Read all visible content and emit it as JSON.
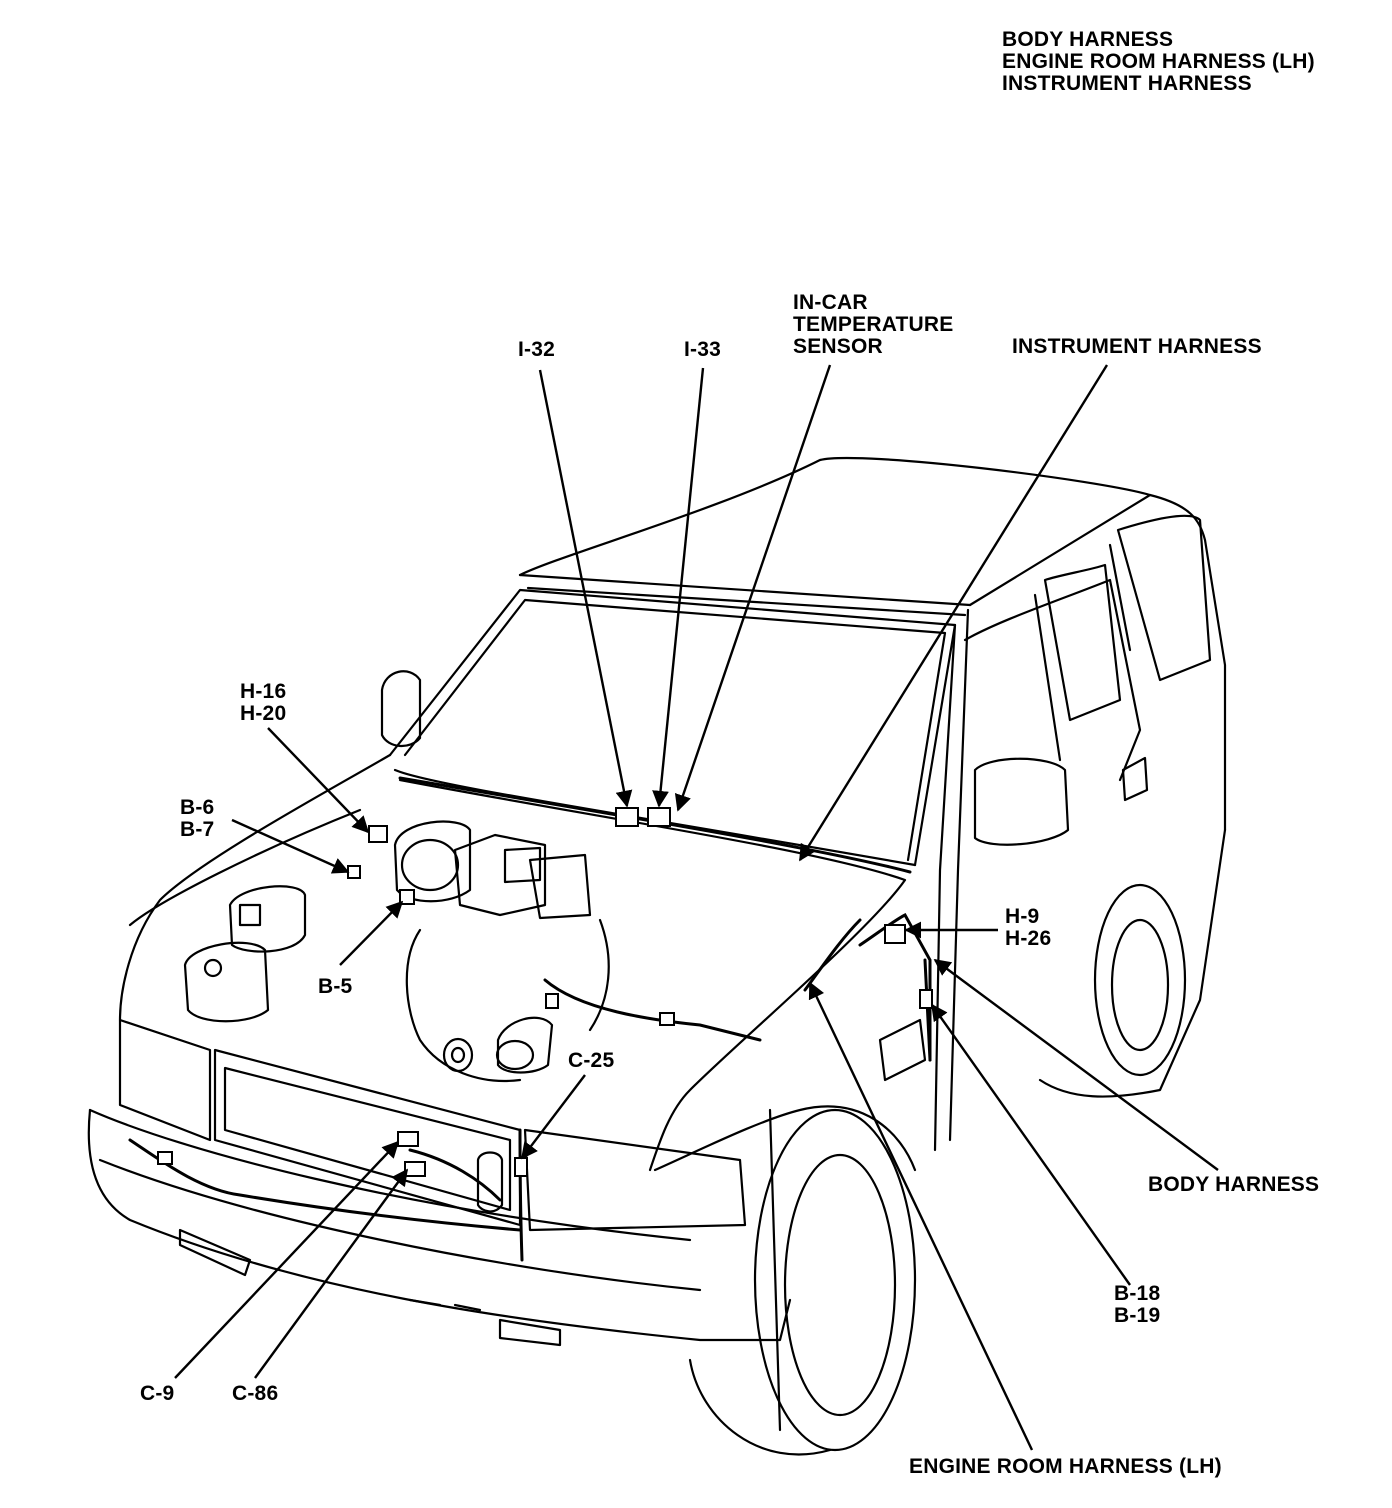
{
  "header": {
    "lines": [
      "BODY HARNESS",
      "ENGINE ROOM HARNESS (LH)",
      "INSTRUMENT HARNESS"
    ]
  },
  "callouts": {
    "i32": "I-32",
    "i33": "I-33",
    "in_car_sensor": [
      "IN-CAR",
      "TEMPERATURE",
      "SENSOR"
    ],
    "instrument_harness": "INSTRUMENT HARNESS",
    "h16_h20": [
      "H-16",
      "H-20"
    ],
    "b6_b7": [
      "B-6",
      "B-7"
    ],
    "b5": "B-5",
    "h9_h26": [
      "H-9",
      "H-26"
    ],
    "c25": "C-25",
    "body_harness": "BODY HARNESS",
    "b18_b19": [
      "B-18",
      "B-19"
    ],
    "c9": "C-9",
    "c86": "C-86",
    "engine_room_harness": "ENGINE ROOM HARNESS (LH)"
  },
  "colors": {
    "ink": "#000000",
    "paper": "#ffffff"
  }
}
